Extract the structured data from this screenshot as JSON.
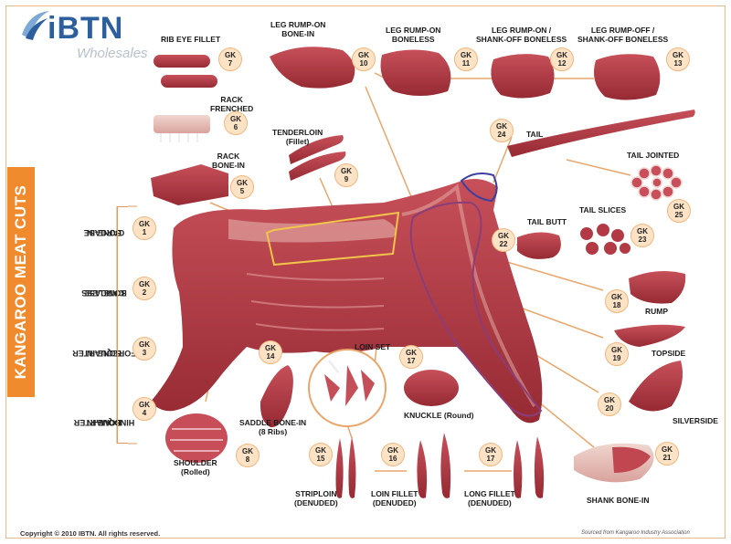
{
  "logo": {
    "brand": "iBTN",
    "sub": "Wholesales"
  },
  "banner": "KANGAROO MEAT CUTS",
  "side_labels": [
    {
      "id": "carcase-bone-in",
      "text": [
        "CARCASE",
        "BONE-IN"
      ],
      "gk": "1"
    },
    {
      "id": "carcase-boneless",
      "text": [
        "CARCASE",
        "BONELESS"
      ],
      "gk": "2"
    },
    {
      "id": "forequarter-bone-in",
      "text": [
        "FOREQUARTER",
        "BONE-IN"
      ],
      "gk": "3"
    },
    {
      "id": "hindquarter-bone-in",
      "text": [
        "HINDQUARTER",
        "BONE-IN"
      ],
      "gk": "4"
    }
  ],
  "gk_prefix": "GK",
  "cuts": {
    "rib_eye_fillet": {
      "label": "RIB EYE FILLET",
      "gk": "7"
    },
    "rack_frenched": {
      "label1": "RACK",
      "label2": "FRENCHED",
      "gk": "6"
    },
    "rack_bone_in": {
      "label1": "RACK",
      "label2": "BONE-IN",
      "gk": "5"
    },
    "leg_rump_on_bone_in": {
      "label1": "LEG RUMP-ON",
      "label2": "BONE-IN",
      "gk": "10"
    },
    "leg_rump_on_boneless": {
      "label1": "LEG RUMP-ON",
      "label2": "BONELESS",
      "gk": "11"
    },
    "leg_rump_on_shank_off": {
      "label1": "LEG RUMP-ON /",
      "label2": "SHANK-OFF BONELESS",
      "gk": "12"
    },
    "leg_rump_off_shank_off": {
      "label1": "LEG RUMP-OFF /",
      "label2": "SHANK-OFF BONELESS",
      "gk": "13"
    },
    "tenderloin": {
      "label1": "TENDERLOIN",
      "label2": "(Fillet)",
      "gk": "9"
    },
    "tail": {
      "label": "TAIL",
      "gk": "24"
    },
    "tail_jointed": {
      "label": "TAIL JOINTED",
      "gk": "25"
    },
    "tail_slices": {
      "label": "TAIL SLICES",
      "gk": "23"
    },
    "tail_butt": {
      "label": "TAIL BUTT",
      "gk": "22"
    },
    "rump": {
      "label": "RUMP",
      "gk": "18"
    },
    "topside": {
      "label": "TOPSIDE",
      "gk": "19"
    },
    "silverside": {
      "label": "SILVERSIDE",
      "gk": "20"
    },
    "shank_bone_in": {
      "label": "SHANK BONE-IN",
      "gk": "21"
    },
    "loin_set": {
      "label": "LOIN SET"
    },
    "knuckle": {
      "label": "KNUCKLE (Round)",
      "gk": "17"
    },
    "saddle_bone_in": {
      "label1": "SADDLE BONE-IN",
      "label2": "(8 Ribs)",
      "gk": "14"
    },
    "shoulder": {
      "label1": "SHOULDER",
      "label2": "(Rolled)",
      "gk": "8"
    },
    "striploin": {
      "label1": "STRIPLOIN",
      "label2": "(DENUDED)",
      "gk": "15"
    },
    "loin_fillet": {
      "label1": "LOIN FILLET",
      "label2": "(DENUDED)",
      "gk": "16"
    },
    "long_fillet": {
      "label1": "LONG FILLET",
      "label2": "(DENUDED)",
      "gk": "17"
    }
  },
  "footer": {
    "copyright": "Copyright © 2010 IBTN. All rights reserved.",
    "source": "Sourced from Kangaroo Industry Association"
  },
  "colors": {
    "banner": "#f08b2d",
    "gk_fill": "#fde3c6",
    "gk_border": "#f3b67e",
    "leader_line": "#e8a66a",
    "meat": "#b0333c",
    "brand": "#2d5f9c"
  }
}
